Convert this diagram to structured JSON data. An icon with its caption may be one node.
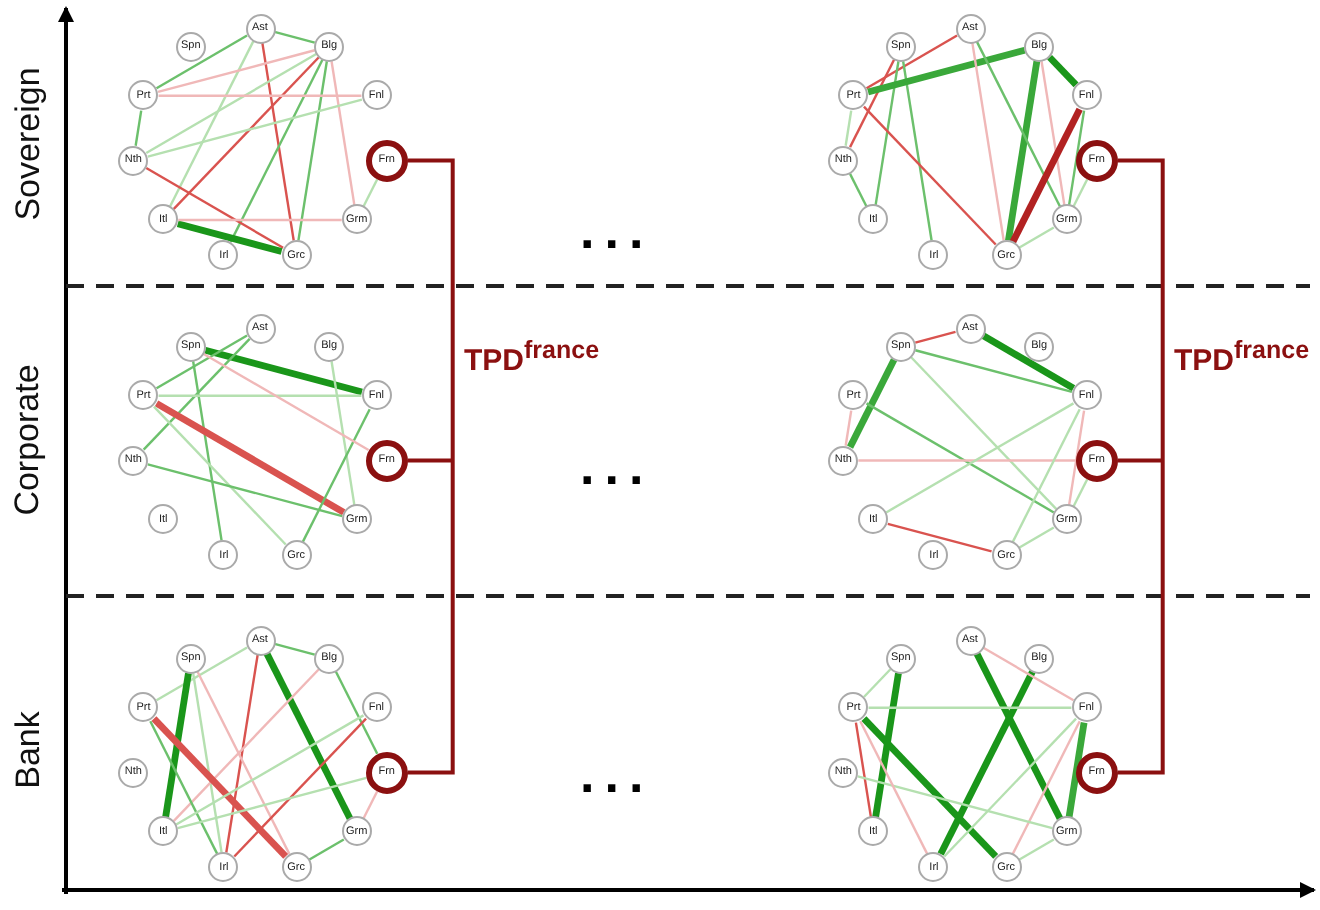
{
  "diagram": {
    "nodes": [
      {
        "text": [
          "Ast"
        ]
      },
      {
        "text": [
          "Blg"
        ]
      },
      {
        "text": [
          "Fnl"
        ]
      },
      {
        "text": [
          "Frn"
        ]
      },
      {
        "text": [
          "Grm"
        ]
      },
      {
        "text": [
          "Grc"
        ]
      },
      {
        "text": [
          "Irl"
        ]
      },
      {
        "text": [
          "Itl"
        ]
      },
      {
        "text": [
          "Nth"
        ]
      },
      {
        "text": [
          "Prt"
        ]
      },
      {
        "text": [
          "Spn"
        ]
      },
      {
        "text": [
          "Ast"
        ]
      },
      {
        "text": [
          "Blg"
        ]
      },
      {
        "text": [
          "Fnl"
        ]
      },
      {
        "text": [
          "Frn"
        ]
      },
      {
        "text": [
          "Grm"
        ]
      },
      {
        "text": [
          "Grc"
        ]
      },
      {
        "text": [
          "Irl"
        ]
      },
      {
        "text": [
          "Itl"
        ]
      },
      {
        "text": [
          "Nth"
        ]
      },
      {
        "text": [
          "Prt"
        ]
      },
      {
        "text": [
          "Spn"
        ]
      },
      {
        "text": [
          "Ast"
        ]
      },
      {
        "text": [
          "Blg"
        ]
      },
      {
        "text": [
          "Fnl"
        ]
      },
      {
        "text": [
          "Frn"
        ]
      },
      {
        "text": [
          "Grm"
        ]
      },
      {
        "text": [
          "Grc"
        ]
      },
      {
        "text": [
          "Irl"
        ]
      },
      {
        "text": [
          "Itl"
        ]
      },
      {
        "text": [
          "Nth"
        ]
      },
      {
        "text": [
          "Prt"
        ]
      },
      {
        "text": [
          "Spn"
        ]
      },
      {
        "text": [
          "Ast"
        ]
      },
      {
        "text": [
          "Blg"
        ]
      },
      {
        "text": [
          "Fnl"
        ]
      },
      {
        "text": [
          "Frn"
        ]
      },
      {
        "text": [
          "Grm"
        ]
      },
      {
        "text": [
          "Grc"
        ]
      },
      {
        "text": [
          "Irl"
        ]
      },
      {
        "text": [
          "Itl"
        ]
      },
      {
        "text": [
          "Nth"
        ]
      },
      {
        "text": [
          "Prt"
        ]
      },
      {
        "text": [
          "Spn"
        ]
      },
      {
        "text": [
          "Ast"
        ]
      },
      {
        "text": [
          "Blg"
        ]
      },
      {
        "text": [
          "Fnl"
        ]
      },
      {
        "text": [
          "Frn"
        ]
      },
      {
        "text": [
          "Grm"
        ]
      },
      {
        "text": [
          "Grc"
        ]
      },
      {
        "text": [
          "Irl"
        ]
      },
      {
        "text": [
          "Itl"
        ]
      },
      {
        "text": [
          "Nth"
        ]
      },
      {
        "text": [
          "Prt"
        ]
      },
      {
        "text": [
          "Spn"
        ]
      },
      {
        "text": [
          "Ast"
        ]
      },
      {
        "text": [
          "Blg"
        ]
      },
      {
        "text": [
          "Fnl"
        ]
      },
      {
        "text": [
          "Frn"
        ]
      },
      {
        "text": [
          "Grm"
        ]
      },
      {
        "text": [
          "Grc"
        ]
      },
      {
        "text": [
          "Irl"
        ]
      },
      {
        "text": [
          "Itl"
        ]
      },
      {
        "text": [
          "Nth"
        ]
      },
      {
        "text": [
          "Prt"
        ]
      },
      {
        "text": [
          "Spn"
        ]
      }
    ],
    "edges": [
      {
        "from": 0,
        "to": 9,
        "arrow": "none",
        "color": "#6cc06c"
      },
      {
        "from": 0,
        "to": 1,
        "arrow": "none",
        "color": "#6cc06c"
      },
      {
        "from": 0,
        "to": 5,
        "arrow": "none",
        "color": "#d9534f"
      },
      {
        "from": 0,
        "to": 7,
        "arrow": "none",
        "color": "#b5e0b0"
      },
      {
        "from": 9,
        "to": 1,
        "arrow": "none",
        "color": "#f0b8b8"
      },
      {
        "from": 1,
        "to": 8,
        "arrow": "none",
        "color": "#b5e0b0"
      },
      {
        "from": 1,
        "to": 7,
        "arrow": "none",
        "color": "#d9534f"
      },
      {
        "from": 1,
        "to": 6,
        "arrow": "none",
        "color": "#6cc06c"
      },
      {
        "from": 1,
        "to": 5,
        "arrow": "none",
        "color": "#6cc06c"
      },
      {
        "from": 1,
        "to": 4,
        "arrow": "none",
        "color": "#f0b8b8"
      },
      {
        "from": 9,
        "to": 8,
        "arrow": "none",
        "color": "#6cc06c"
      },
      {
        "from": 9,
        "to": 2,
        "arrow": "none",
        "color": "#f0b8b8"
      },
      {
        "from": 8,
        "to": 2,
        "arrow": "none",
        "color": "#b5e0b0"
      },
      {
        "from": 8,
        "to": 5,
        "arrow": "none",
        "color": "#d9534f"
      },
      {
        "from": 7,
        "to": 5,
        "arrow": "none",
        "style": "thick",
        "color": "#1a961a"
      },
      {
        "from": 7,
        "to": 4,
        "arrow": "none",
        "color": "#f0b8b8"
      },
      {
        "from": 3,
        "to": 4,
        "arrow": "none",
        "color": "#b5e0b0"
      },
      {
        "from": 11,
        "to": 20,
        "arrow": "none",
        "color": "#d9534f"
      },
      {
        "from": 21,
        "to": 19,
        "arrow": "none",
        "color": "#d9534f"
      },
      {
        "from": 21,
        "to": 18,
        "arrow": "none",
        "color": "#6cc06c"
      },
      {
        "from": 21,
        "to": 17,
        "arrow": "none",
        "color": "#6cc06c"
      },
      {
        "from": 20,
        "to": 12,
        "arrow": "none",
        "style": "thick",
        "color": "#3aa83a"
      },
      {
        "from": 12,
        "to": 13,
        "arrow": "none",
        "style": "thick",
        "color": "#1a961a"
      },
      {
        "from": 12,
        "to": 16,
        "arrow": "none",
        "style": "thick",
        "color": "#3aa83a"
      },
      {
        "from": 12,
        "to": 15,
        "arrow": "none",
        "color": "#f0b8b8"
      },
      {
        "from": 11,
        "to": 16,
        "arrow": "none",
        "color": "#f0b8b8"
      },
      {
        "from": 11,
        "to": 15,
        "arrow": "none",
        "color": "#6cc06c"
      },
      {
        "from": 20,
        "to": 19,
        "arrow": "none",
        "color": "#b5e0b0"
      },
      {
        "from": 19,
        "to": 18,
        "arrow": "none",
        "color": "#6cc06c"
      },
      {
        "from": 20,
        "to": 16,
        "arrow": "none",
        "color": "#d9534f"
      },
      {
        "from": 13,
        "to": 16,
        "arrow": "none",
        "style": "thick",
        "color": "#b22222"
      },
      {
        "from": 13,
        "to": 15,
        "arrow": "none",
        "color": "#6cc06c"
      },
      {
        "from": 14,
        "to": 15,
        "arrow": "none",
        "color": "#b5e0b0"
      },
      {
        "from": 15,
        "to": 16,
        "arrow": "none",
        "color": "#b5e0b0"
      },
      {
        "from": 32,
        "to": 24,
        "arrow": "none",
        "style": "thick",
        "color": "#1a961a"
      },
      {
        "from": 22,
        "to": 31,
        "arrow": "none",
        "color": "#6cc06c"
      },
      {
        "from": 22,
        "to": 30,
        "arrow": "none",
        "color": "#6cc06c"
      },
      {
        "from": 32,
        "to": 28,
        "arrow": "none",
        "color": "#6cc06c"
      },
      {
        "from": 31,
        "to": 24,
        "arrow": "none",
        "color": "#b5e0b0"
      },
      {
        "from": 31,
        "to": 26,
        "arrow": "none",
        "style": "thick",
        "color": "#d9534f"
      },
      {
        "from": 31,
        "to": 27,
        "arrow": "none",
        "color": "#b5e0b0"
      },
      {
        "from": 30,
        "to": 26,
        "arrow": "none",
        "color": "#6cc06c"
      },
      {
        "from": 23,
        "to": 26,
        "arrow": "none",
        "color": "#b5e0b0"
      },
      {
        "from": 24,
        "to": 27,
        "arrow": "none",
        "color": "#6cc06c"
      },
      {
        "from": 32,
        "to": 25,
        "arrow": "none",
        "color": "#f0b8b8"
      },
      {
        "from": 43,
        "to": 33,
        "arrow": "none",
        "color": "#d9534f"
      },
      {
        "from": 33,
        "to": 35,
        "arrow": "none",
        "style": "thick",
        "color": "#1a961a"
      },
      {
        "from": 43,
        "to": 35,
        "arrow": "none",
        "color": "#6cc06c"
      },
      {
        "from": 43,
        "to": 41,
        "arrow": "none",
        "style": "thick",
        "color": "#3aa83a"
      },
      {
        "from": 43,
        "to": 37,
        "arrow": "none",
        "color": "#b5e0b0"
      },
      {
        "from": 42,
        "to": 37,
        "arrow": "none",
        "color": "#6cc06c"
      },
      {
        "from": 42,
        "to": 41,
        "arrow": "none",
        "color": "#f0b8b8"
      },
      {
        "from": 41,
        "to": 36,
        "arrow": "none",
        "color": "#f0b8b8"
      },
      {
        "from": 35,
        "to": 37,
        "arrow": "none",
        "color": "#f0b8b8"
      },
      {
        "from": 35,
        "to": 40,
        "arrow": "none",
        "color": "#b5e0b0"
      },
      {
        "from": 35,
        "to": 38,
        "arrow": "none",
        "color": "#b5e0b0"
      },
      {
        "from": 40,
        "to": 38,
        "arrow": "none",
        "color": "#d9534f"
      },
      {
        "from": 37,
        "to": 38,
        "arrow": "none",
        "color": "#b5e0b0"
      },
      {
        "from": 36,
        "to": 37,
        "arrow": "none",
        "color": "#b5e0b0"
      },
      {
        "from": 44,
        "to": 48,
        "arrow": "none",
        "style": "thick",
        "color": "#1a961a"
      },
      {
        "from": 44,
        "to": 45,
        "arrow": "none",
        "color": "#6cc06c"
      },
      {
        "from": 44,
        "to": 53,
        "arrow": "none",
        "color": "#b5e0b0"
      },
      {
        "from": 44,
        "to": 50,
        "arrow": "none",
        "color": "#d9534f"
      },
      {
        "from": 54,
        "to": 51,
        "arrow": "none",
        "style": "thick",
        "color": "#1a961a"
      },
      {
        "from": 54,
        "to": 50,
        "arrow": "none",
        "color": "#b5e0b0"
      },
      {
        "from": 54,
        "to": 49,
        "arrow": "none",
        "color": "#f0b8b8"
      },
      {
        "from": 45,
        "to": 47,
        "arrow": "none",
        "color": "#6cc06c"
      },
      {
        "from": 45,
        "to": 51,
        "arrow": "none",
        "color": "#f0b8b8"
      },
      {
        "from": 53,
        "to": 49,
        "arrow": "none",
        "style": "thick",
        "color": "#d9534f"
      },
      {
        "from": 53,
        "to": 50,
        "arrow": "none",
        "color": "#6cc06c"
      },
      {
        "from": 46,
        "to": 50,
        "arrow": "none",
        "color": "#d9534f"
      },
      {
        "from": 46,
        "to": 51,
        "arrow": "none",
        "color": "#b5e0b0"
      },
      {
        "from": 47,
        "to": 51,
        "arrow": "none",
        "color": "#b5e0b0"
      },
      {
        "from": 48,
        "to": 49,
        "arrow": "none",
        "color": "#6cc06c"
      },
      {
        "from": 47,
        "to": 48,
        "arrow": "none",
        "color": "#f0b8b8"
      },
      {
        "from": 55,
        "to": 59,
        "arrow": "none",
        "style": "thick",
        "color": "#1a961a"
      },
      {
        "from": 56,
        "to": 61,
        "arrow": "none",
        "style": "thick",
        "color": "#1a961a"
      },
      {
        "from": 65,
        "to": 62,
        "arrow": "none",
        "style": "thick",
        "color": "#1a961a"
      },
      {
        "from": 64,
        "to": 60,
        "arrow": "none",
        "style": "thick",
        "color": "#1a961a"
      },
      {
        "from": 64,
        "to": 65,
        "arrow": "none",
        "color": "#b5e0b0"
      },
      {
        "from": 64,
        "to": 62,
        "arrow": "none",
        "color": "#d9534f"
      },
      {
        "from": 64,
        "to": 57,
        "arrow": "none",
        "color": "#b5e0b0"
      },
      {
        "from": 55,
        "to": 57,
        "arrow": "none",
        "color": "#f0b8b8"
      },
      {
        "from": 57,
        "to": 59,
        "arrow": "none",
        "style": "thick",
        "color": "#3aa83a"
      },
      {
        "from": 57,
        "to": 61,
        "arrow": "none",
        "color": "#b5e0b0"
      },
      {
        "from": 57,
        "to": 60,
        "arrow": "none",
        "color": "#f0b8b8"
      },
      {
        "from": 63,
        "to": 59,
        "arrow": "none",
        "color": "#b5e0b0"
      },
      {
        "from": 64,
        "to": 61,
        "arrow": "none",
        "color": "#f0b8b8"
      },
      {
        "from": 59,
        "to": 60,
        "arrow": "none",
        "color": "#b5e0b0"
      }
    ],
    "labels": [
      "Sovereign",
      "...",
      "TPD$^{france}$",
      "TPD$^{france}$",
      "Corporate",
      "...",
      "Bank",
      "..."
    ]
  }
}
